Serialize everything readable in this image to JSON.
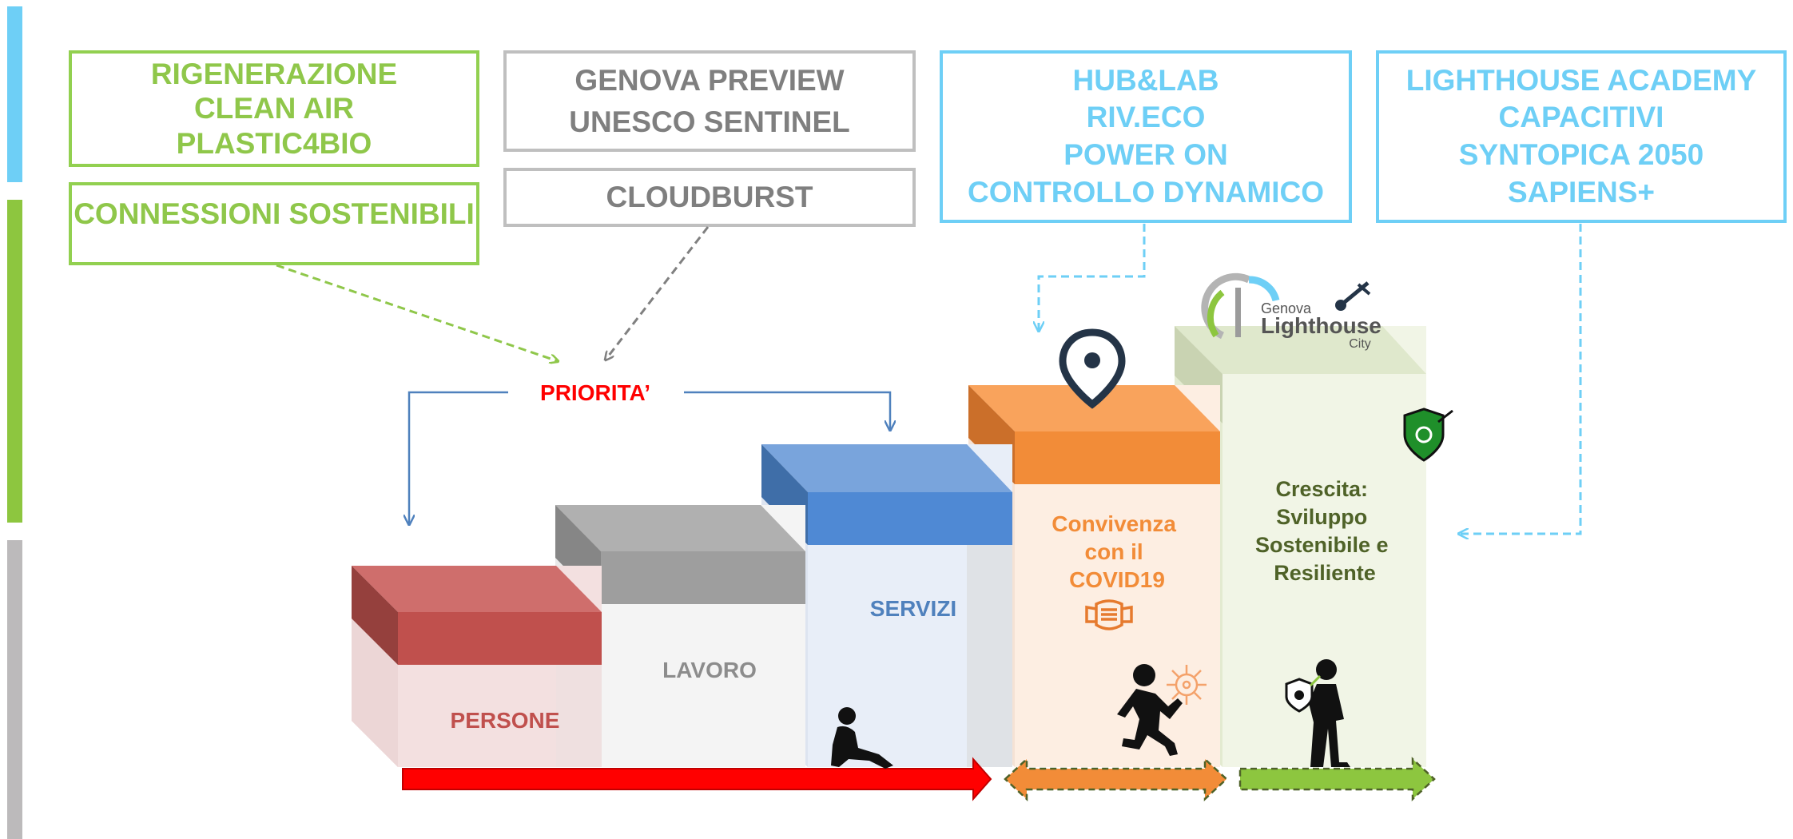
{
  "colors": {
    "sidebar_blue": "#6ecff6",
    "sidebar_green": "#8dc63f",
    "sidebar_grey": "#bcbabb",
    "green": "#8fc74a",
    "grey": "#7f7f7f",
    "blue": "#6ecff6",
    "persone": "#c0504d",
    "servizi": "#4f81bd",
    "convivenza": "#f28c38",
    "crescita": "#4f6228",
    "priorita": "#ff0000"
  },
  "boxes": {
    "green_top": [
      "RIGENERAZIONE",
      "CLEAN AIR",
      "PLASTIC4BIO"
    ],
    "green_bottom": [
      "CONNESSIONI SOSTENIBILI"
    ],
    "grey_top": [
      "GENOVA PREVIEW",
      "UNESCO SENTINEL"
    ],
    "grey_bottom": [
      "CLOUDBURST"
    ],
    "blue_mid": [
      "HUB&LAB",
      "RIV.ECO",
      "POWER ON",
      "CONTROLLO DYNAMICO"
    ],
    "blue_right": [
      "LIGHTHOUSE ACADEMY",
      "CAPACITIVI",
      "SYNTOPICA 2050",
      "SAPIENS+"
    ]
  },
  "priority_label": "PRIORITA’",
  "steps": {
    "persone": "PERSONE",
    "lavoro": "LAVORO",
    "servizi": "SERVIZI",
    "convivenza": [
      "Convivenza",
      "con il",
      "COVID19"
    ],
    "crescita": [
      "Crescita:",
      "Sviluppo",
      "Sostenibile e",
      "Resiliente"
    ]
  },
  "logo": {
    "line1": "Genova",
    "line2": "Lighthouse",
    "line3": "City"
  },
  "icons": [
    "location-pin-icon",
    "mask-icon",
    "shield-virus-icon",
    "sitting-person-icon",
    "running-person-icon",
    "virus-icon",
    "standing-person-icon",
    "shield-check-icon",
    "lighthouse-logo-icon"
  ]
}
